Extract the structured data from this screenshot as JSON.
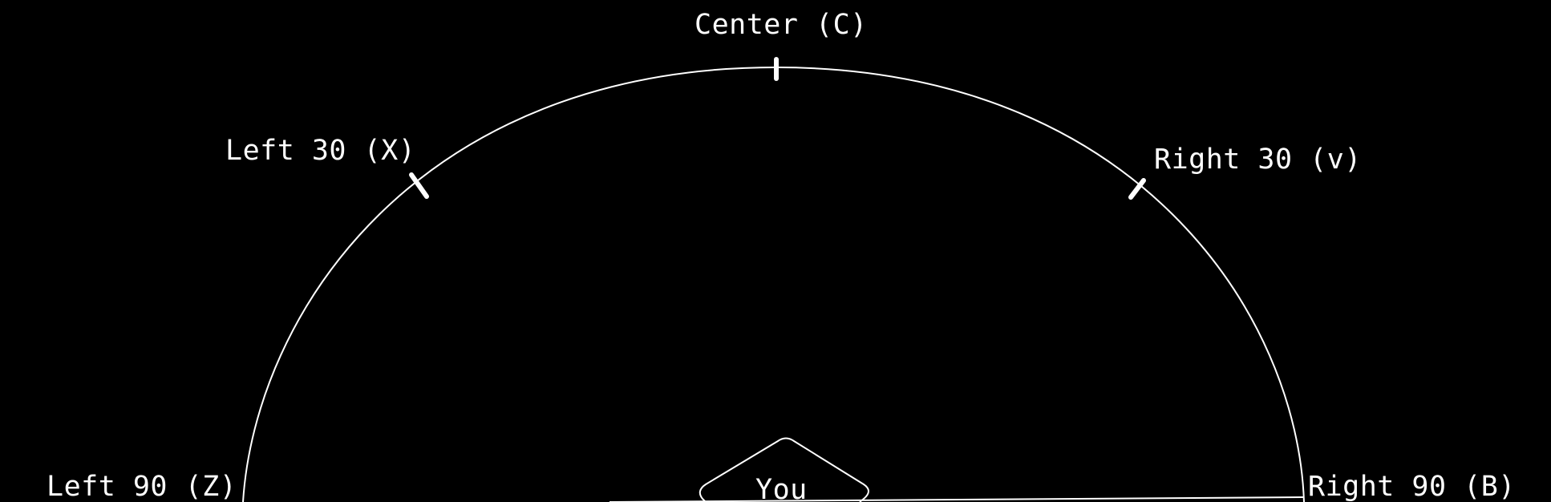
{
  "labels": {
    "center": "Center (C)",
    "left_30": "Left 30 (X)",
    "right_30": "Right 30 (v)",
    "left_90": "Left 90 (Z)",
    "right_90": "Right 90 (B)",
    "you": "You"
  },
  "colors": {
    "background": "#000000",
    "stroke": "#ffffff",
    "text": "#ffffff"
  }
}
